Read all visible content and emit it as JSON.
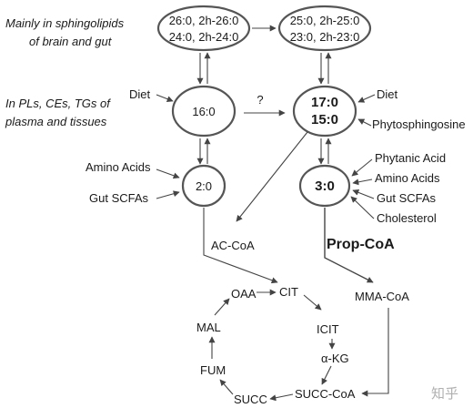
{
  "annotations": {
    "sphingolipids_line1": "Mainly in sphingolipids",
    "sphingolipids_line2": "of brain and gut",
    "plasma_line1": "In PLs, CEs, TGs of",
    "plasma_line2": "plasma and tissues",
    "question_mark": "?"
  },
  "nodes": {
    "even_long": {
      "line1": "26:0, 2h-26:0",
      "line2": "24:0, 2h-24:0"
    },
    "odd_long": {
      "line1": "25:0, 2h-25:0",
      "line2": "23:0, 2h-23:0"
    },
    "c16": {
      "label": "16:0"
    },
    "odd_mid": {
      "line1": "17:0",
      "line2": "15:0"
    },
    "c2": {
      "label": "2:0"
    },
    "c3": {
      "label": "3:0"
    }
  },
  "inputs": {
    "diet_left": "Diet",
    "diet_right": "Diet",
    "phytosphingosine": "Phytosphingosine",
    "amino_acids_left": "Amino Acids",
    "gut_scfas_left": "Gut SCFAs",
    "phytanic_acid": "Phytanic Acid",
    "amino_acids_right": "Amino Acids",
    "gut_scfas_right": "Gut SCFAs",
    "cholesterol": "Cholesterol"
  },
  "metabolites": {
    "ac_coa": "AC-CoA",
    "prop_coa": "Prop-CoA",
    "mma_coa": "MMA-CoA"
  },
  "tca_cycle": {
    "oaa": "OAA",
    "cit": "CIT",
    "icit": "ICIT",
    "akg": "α-KG",
    "succ_coa": "SUCC-CoA",
    "succ": "SUCC",
    "fum": "FUM",
    "mal": "MAL"
  },
  "watermark": "知乎"
}
